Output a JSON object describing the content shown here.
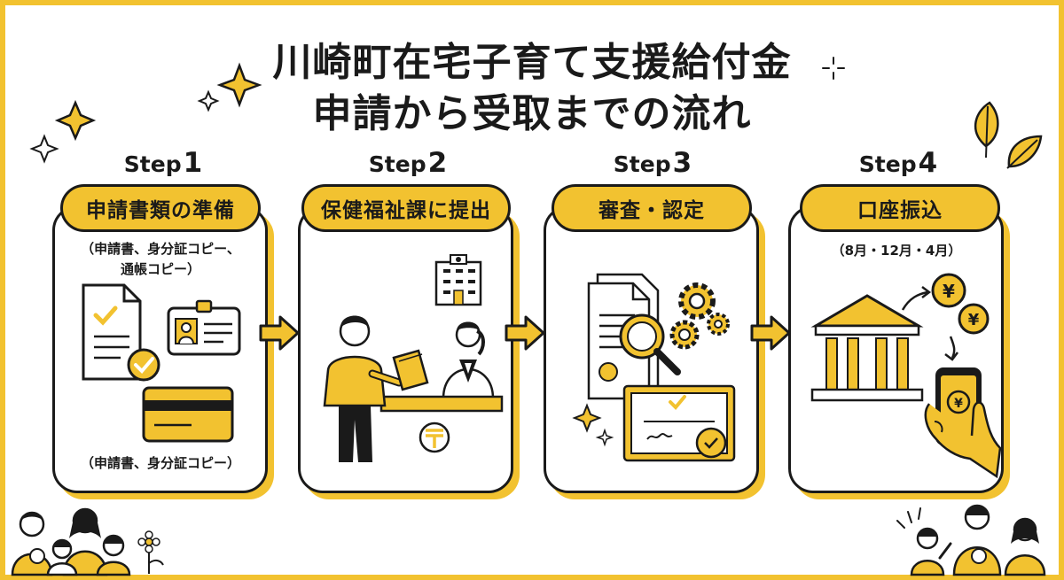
{
  "title": {
    "line1": "川崎町在宅子育て支援給付金",
    "line2": "申請から受取までの流れ"
  },
  "steps": [
    {
      "word": "Step",
      "number": "1",
      "label": "申請書類の準備",
      "note_top": "（申請書、身分証コピー、\n通帳コピー）",
      "note_bottom": "（申請書、身分証コピー）"
    },
    {
      "word": "Step",
      "number": "2",
      "label": "保健福祉課に提出"
    },
    {
      "word": "Step",
      "number": "3",
      "label": "審査・認定"
    },
    {
      "word": "Step",
      "number": "4",
      "label": "口座振込",
      "note_top": "（8月・12月・4月）"
    }
  ],
  "icons": {
    "yen": "¥"
  },
  "colors": {
    "accent": "#f2c230",
    "ink": "#1a1a1a",
    "background": "#ffffff"
  }
}
